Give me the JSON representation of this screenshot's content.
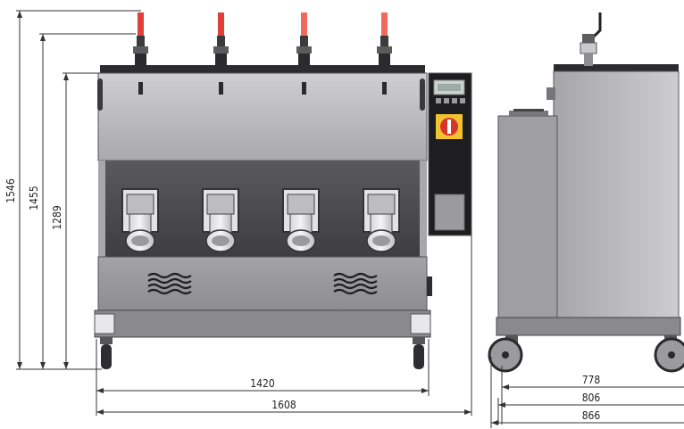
{
  "dimensions": {
    "height_total": "1546",
    "height_mid": "1455",
    "height_body": "1289",
    "width_body": "1420",
    "width_total": "1608",
    "depth_body": "778",
    "depth_mid": "806",
    "depth_total": "866"
  },
  "colors": {
    "steel_light": "#b9b9bb",
    "steel_mid": "#9c9c9f",
    "steel_dark": "#4a4a4c",
    "handle_red": "#e0403a",
    "panel_black": "#1e1e20",
    "dim_line": "#333333"
  },
  "icons": {
    "emergency_switch": "red-yellow-rotary-switch",
    "display": "lcd-display",
    "valves": "ball-valve",
    "vents": "wave-vent-grille"
  }
}
